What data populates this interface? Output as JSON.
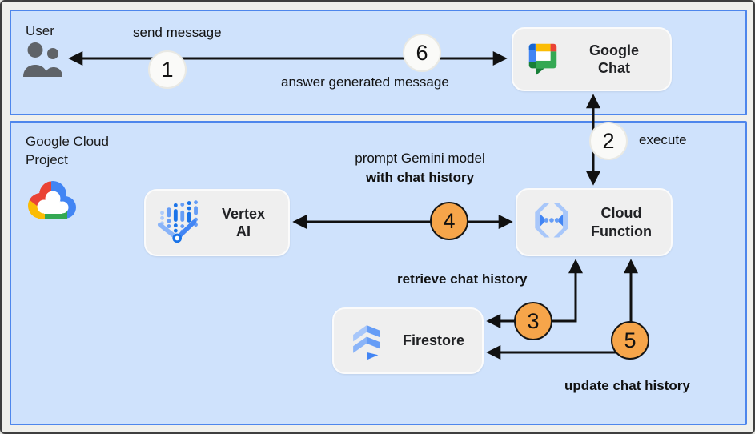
{
  "panels": {
    "user_zone": {
      "title": "User"
    },
    "gcp_zone": {
      "title_lines": [
        "Google Cloud",
        "Project"
      ]
    }
  },
  "nodes": {
    "google_chat": {
      "lines": [
        "Google",
        "Chat"
      ],
      "icon": "google-chat-logo"
    },
    "vertex_ai": {
      "lines": [
        "Vertex",
        "AI"
      ],
      "icon": "vertex-ai-icon"
    },
    "cloud_function": {
      "lines": [
        "Cloud",
        "Function"
      ],
      "icon": "cloud-functions-icon"
    },
    "firestore": {
      "lines": [
        "Firestore"
      ],
      "icon": "firestore-icon"
    }
  },
  "steps": {
    "s1": {
      "num": "1",
      "label": "send message",
      "style": "light"
    },
    "s2": {
      "num": "2",
      "label": "execute",
      "style": "light"
    },
    "s3": {
      "num": "3",
      "label": "retrieve chat history",
      "style": "orange"
    },
    "s4": {
      "num": "4",
      "label_line1": "prompt Gemini model",
      "label_line2": "with chat history",
      "style": "orange"
    },
    "s5": {
      "num": "5",
      "label": "update chat history",
      "style": "orange"
    },
    "s6": {
      "num": "6",
      "label": "answer generated message",
      "style": "light"
    }
  },
  "colors": {
    "panel_fill": "#cfe2fc",
    "panel_border": "#4e86ec",
    "node_fill": "#efefef",
    "badge_light_fill": "#fafaf8",
    "badge_orange_fill": "#f6a54a",
    "arrow": "#111111",
    "page_bg": "#f0f0ec"
  }
}
